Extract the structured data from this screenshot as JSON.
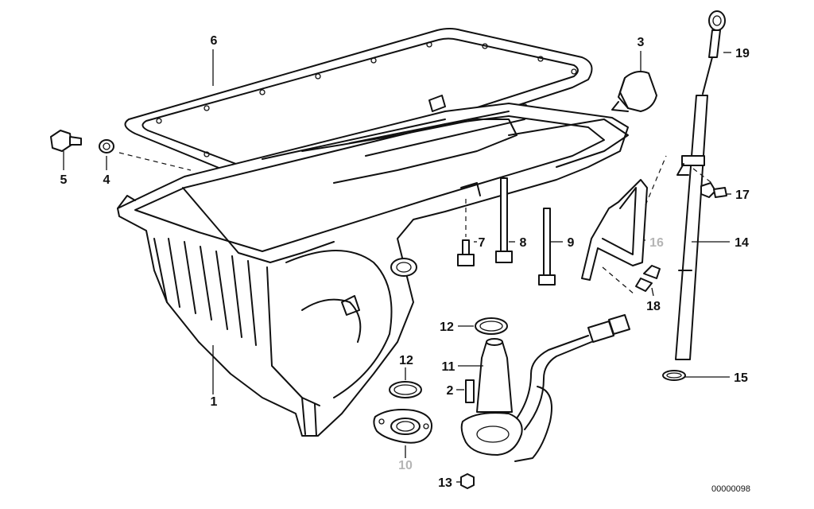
{
  "diagram": {
    "callouts": {
      "p1": "1",
      "p2": "2",
      "p3": "3",
      "p4": "4",
      "p5": "5",
      "p6": "6",
      "p7": "7",
      "p8": "8",
      "p9": "9",
      "p10": "10",
      "p11": "11",
      "p12a": "12",
      "p12b": "12",
      "p13": "13",
      "p14": "14",
      "p15": "15",
      "p16": "16",
      "p17": "17",
      "p18": "18",
      "p19": "19"
    },
    "grey_callouts": [
      "10",
      "16"
    ],
    "drawing_number": "00000098"
  }
}
